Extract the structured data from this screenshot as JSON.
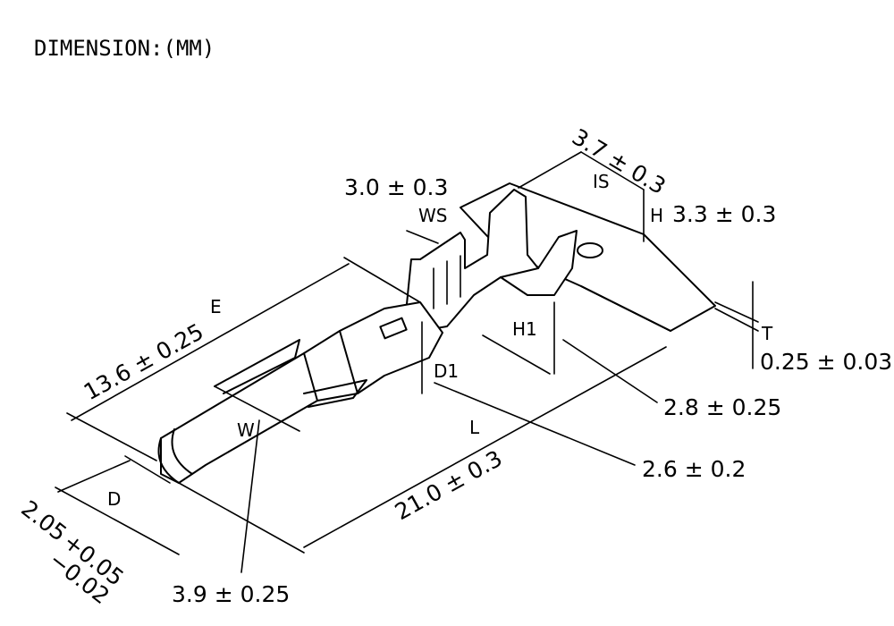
{
  "title": "DIMENSION:(MM)",
  "labels": {
    "E": "E",
    "WS": "WS",
    "IS": "IS",
    "H": "H",
    "T": "T",
    "H1": "H1",
    "D1": "D1",
    "W": "W",
    "D": "D",
    "L": "L"
  },
  "dims": {
    "E": "13.6 ± 0.25",
    "WS": "3.0 ± 0.3",
    "IS": "3.7 ± 0.3",
    "H": "3.3 ± 0.3",
    "T": "0.25 ± 0.03",
    "H1": "2.8 ± 0.25",
    "D1": "2.6 ± 0.2",
    "W": "3.9 ± 0.25",
    "D_main": "2.05",
    "D_plus": "+0.05",
    "D_minus": "−0.02",
    "L": "21.0 ± 0.3"
  }
}
